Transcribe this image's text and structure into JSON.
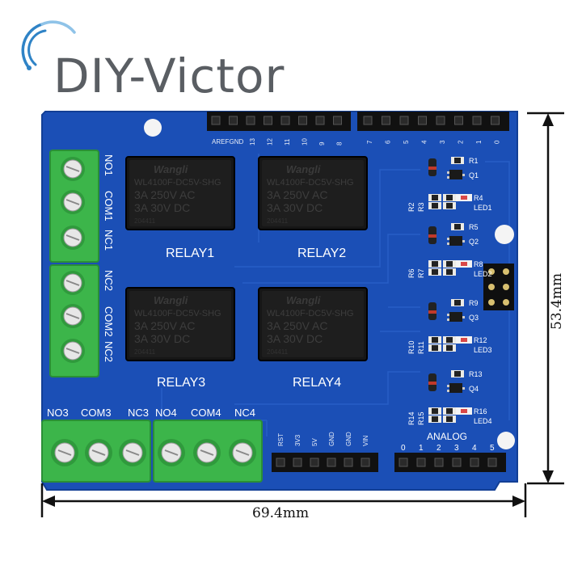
{
  "brand": {
    "name": "DIY-Victor"
  },
  "dimensions": {
    "width": "69.4mm",
    "height": "53.4mm"
  },
  "board": {
    "colors": {
      "pcb": "#1b4fb6",
      "pcb_dark": "#14409a",
      "relay": "#141414",
      "terminal": "#3cb54a",
      "header": "#101010"
    },
    "relays": [
      {
        "label": "RELAY1",
        "brand": "Wangli",
        "model": "WL4100F-DC5V-SHG",
        "rating_ac": "3A 250V AC",
        "rating_dc": "3A 30V DC",
        "code": "204411"
      },
      {
        "label": "RELAY2",
        "brand": "Wangli",
        "model": "WL4100F-DC5V-SHG",
        "rating_ac": "3A 250V AC",
        "rating_dc": "3A 30V DC",
        "code": "204411"
      },
      {
        "label": "RELAY3",
        "brand": "Wangli",
        "model": "WL4100F-DC5V-SHG",
        "rating_ac": "3A 250V AC",
        "rating_dc": "3A 30V DC",
        "code": "204411"
      },
      {
        "label": "RELAY4",
        "brand": "Wangli",
        "model": "WL4100F-DC5V-SHG",
        "rating_ac": "3A 250V AC",
        "rating_dc": "3A 30V DC",
        "code": "204411"
      }
    ],
    "left_terminals": [
      "NO1",
      "COM1",
      "NC1",
      "NC2",
      "COM2",
      "NC2"
    ],
    "bottom_terminals": [
      "NO3",
      "COM3",
      "NC3",
      "NO4",
      "COM4",
      "NC4"
    ],
    "top_header_left": [
      "AREF",
      "GND",
      "13",
      "12",
      "11",
      "10",
      "9",
      "8"
    ],
    "top_header_right": [
      "7",
      "6",
      "5",
      "4",
      "3",
      "2",
      "1",
      "0"
    ],
    "power_header": [
      "RST",
      "3V3",
      "5V",
      "GND",
      "GND",
      "VIN"
    ],
    "analog_label": "ANALOG",
    "analog_pins": [
      "0",
      "1",
      "2",
      "3",
      "4",
      "5"
    ],
    "components": {
      "r1": "R1",
      "q1": "Q1",
      "r2": "R2",
      "r3": "R3",
      "r4": "R4",
      "led1": "LED1",
      "r5": "R5",
      "q2": "Q2",
      "r6": "R6",
      "r7": "R7",
      "r8": "R8",
      "led2": "LED2",
      "r9": "R9",
      "q3": "Q3",
      "r10": "R10",
      "r11": "R11",
      "r12": "R12",
      "led3": "LED3",
      "r13": "R13",
      "q4": "Q4",
      "r14": "R14",
      "r15": "R15",
      "r16": "R16",
      "led4": "LED4"
    }
  }
}
